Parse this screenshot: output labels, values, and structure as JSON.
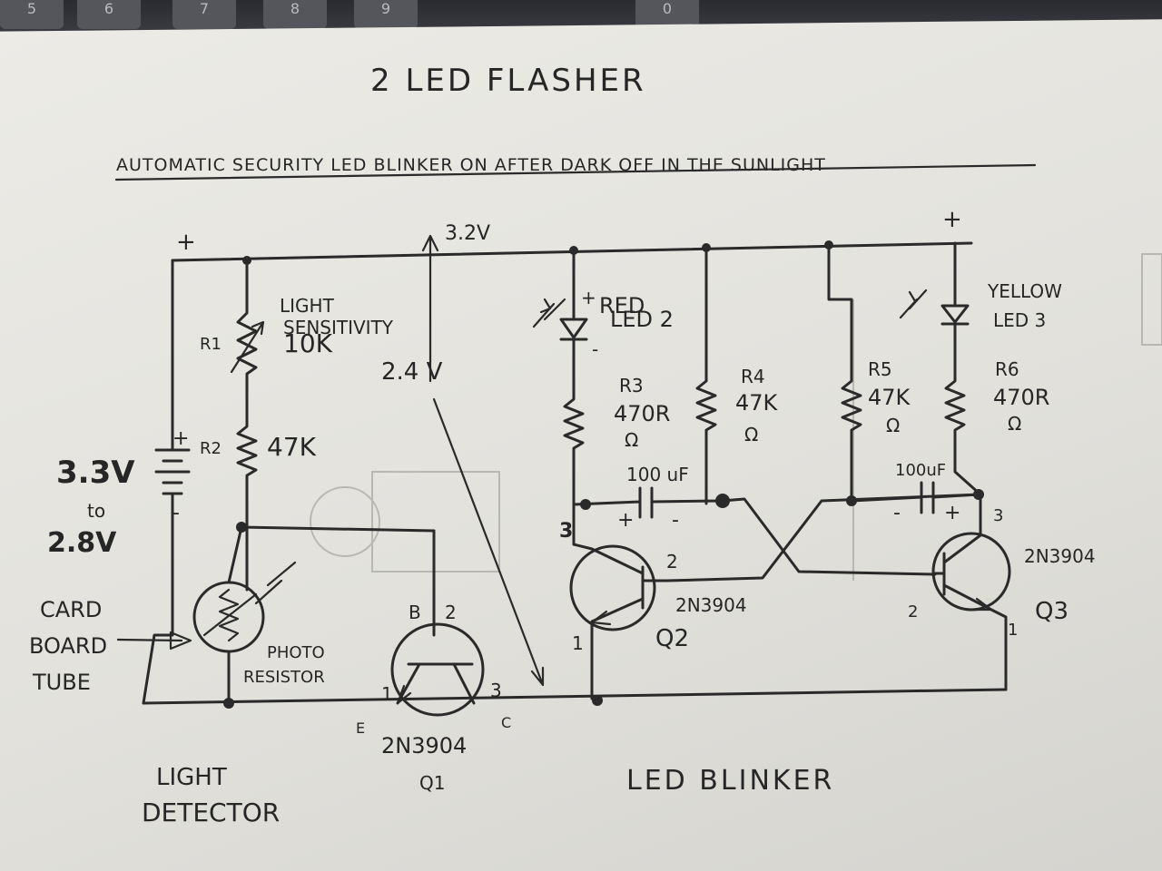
{
  "keyboard": {
    "keys": [
      "5",
      "6",
      "7",
      "8",
      "9",
      "0"
    ]
  },
  "title": "2 LED FLASHER",
  "subtitle": "AUTOMATIC SECURITY LED BLINKER ON AFTER DARK  OFF IN THE SUNLIGHT",
  "rail": {
    "voltage": "3.2V",
    "plus_left": "+",
    "plus_right": "+"
  },
  "battery": {
    "plus": "+",
    "minus": "-",
    "voltage_high": "3.3V",
    "to": "to",
    "voltage_low": "2.8V"
  },
  "r1": {
    "ref": "R1",
    "desc_line1": "LIGHT",
    "desc_line2": "SENSITIVITY",
    "value": "10K"
  },
  "r2": {
    "ref": "R2",
    "value": "47K"
  },
  "measurement": {
    "value": "2.4 V"
  },
  "photoresistor": {
    "line1": "PHOTO",
    "line2": "RESISTOR"
  },
  "cardboard": {
    "line1": "CARD",
    "line2": "BOARD",
    "line3": "TUBE"
  },
  "q1": {
    "pin_b": "B",
    "pin_2": "2",
    "pin_1": "1",
    "pin_3": "3",
    "pin_e": "E",
    "pin_c": "C",
    "part": "2N3904",
    "ref": "Q1"
  },
  "led2": {
    "color": "RED",
    "name": "LED 2",
    "plus": "+",
    "minus": "-"
  },
  "r3": {
    "ref": "R3",
    "value": "470R",
    "unit": "Ω"
  },
  "r4": {
    "ref": "R4",
    "value": "47K",
    "unit": "Ω"
  },
  "r5": {
    "ref": "R5",
    "value": "47K",
    "unit": "Ω"
  },
  "r6": {
    "ref": "R6",
    "value": "470R",
    "unit": "Ω"
  },
  "c1": {
    "value": "100 uF",
    "plus": "+",
    "minus": "-"
  },
  "c2": {
    "value": "100uF",
    "plus": "+",
    "minus": "-"
  },
  "q2": {
    "pin_3": "3",
    "pin_2": "2",
    "pin_1": "1",
    "part": "2N3904",
    "ref": "Q2"
  },
  "led3": {
    "color": "YELLOW",
    "name": "LED 3"
  },
  "q3": {
    "pin_3": "3",
    "pin_2": "2",
    "pin_1": "1",
    "part": "2N3904",
    "ref": "Q3"
  },
  "sections": {
    "detector_line1": "LIGHT",
    "detector_line2": "DETECTOR",
    "blinker": "LED BLINKER"
  },
  "colors": {
    "paper": "#e7e6e1",
    "ink": "#2a2a2a"
  }
}
